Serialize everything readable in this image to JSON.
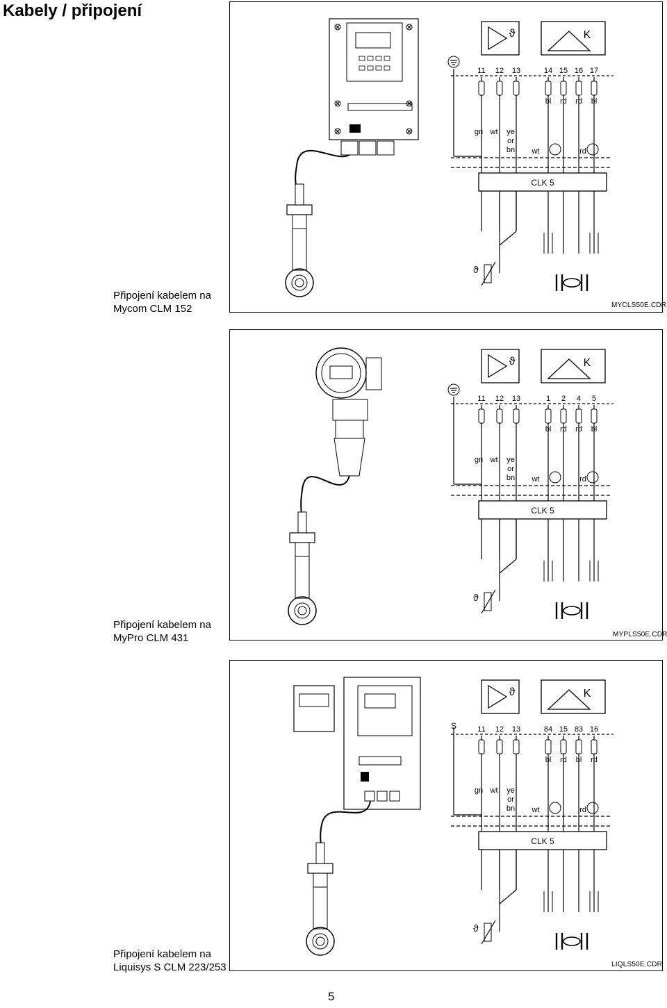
{
  "page": {
    "title": "Kabely / připojení",
    "page_number": "5"
  },
  "diagrams": [
    {
      "caption_line1": "Připojení kabelem na",
      "caption_line2": "Mycom CLM 152",
      "drawing_code": "MYCLS50E.CDR",
      "ground_label": "",
      "terminals_left": [
        "11",
        "12",
        "13"
      ],
      "terminals_right": [
        "14",
        "15",
        "16",
        "17"
      ],
      "pin_colors": [
        "bl",
        "rd",
        "rd",
        "bl"
      ],
      "wire_colors": [
        "gn",
        "wt",
        "ye",
        "or",
        "bn"
      ],
      "shield_colors": [
        "wt",
        "rd"
      ],
      "sensor_label": "CLK 5",
      "temp_symbol": "ϑ",
      "cond_symbol": "K"
    },
    {
      "caption_line1": "Připojení kabelem na",
      "caption_line2": "MyPro CLM 431",
      "drawing_code": "MYPLS50E.CDR",
      "ground_label": "",
      "terminals_left": [
        "11",
        "12",
        "13"
      ],
      "terminals_right": [
        "1",
        "2",
        "4",
        "5"
      ],
      "pin_colors": [
        "bl",
        "rd",
        "rd",
        "bl"
      ],
      "wire_colors": [
        "gn",
        "wt",
        "ye",
        "or",
        "bn"
      ],
      "shield_colors": [
        "wt",
        "rd"
      ],
      "sensor_label": "CLK 5",
      "temp_symbol": "ϑ",
      "cond_symbol": "K"
    },
    {
      "caption_line1": "Připojení kabelem na",
      "caption_line2": "Liquisys S CLM 223/253",
      "drawing_code": "LIQLS50E.CDR",
      "ground_label": "S",
      "terminals_left": [
        "11",
        "12",
        "13"
      ],
      "terminals_right": [
        "84",
        "15",
        "83",
        "16"
      ],
      "pin_colors": [
        "bl",
        "rd",
        "bl",
        "rd"
      ],
      "wire_colors": [
        "gn",
        "wt",
        "ye",
        "or",
        "bn"
      ],
      "shield_colors": [
        "wt",
        "rd"
      ],
      "sensor_label": "CLK 5",
      "temp_symbol": "ϑ",
      "cond_symbol": "K"
    }
  ]
}
